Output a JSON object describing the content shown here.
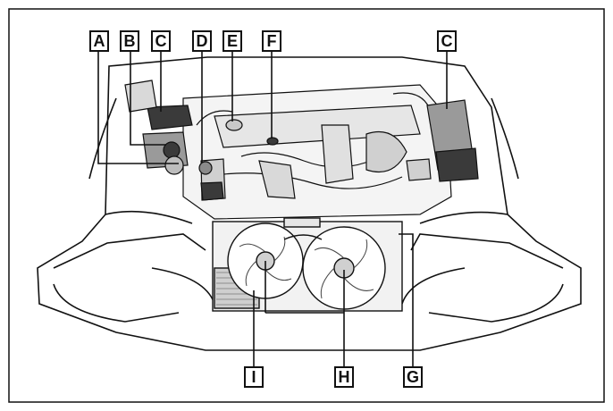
{
  "diagram": {
    "labels": {
      "A": "A",
      "B": "B",
      "C_left": "C",
      "D": "D",
      "E": "E",
      "F": "F",
      "C_right": "C",
      "G": "G",
      "H": "H",
      "I": "I"
    },
    "colors": {
      "line": "#111111",
      "fill_dark": "#3a3a3a",
      "fill_mid": "#9a9a9a",
      "fill_light": "#d9d9d9"
    }
  }
}
